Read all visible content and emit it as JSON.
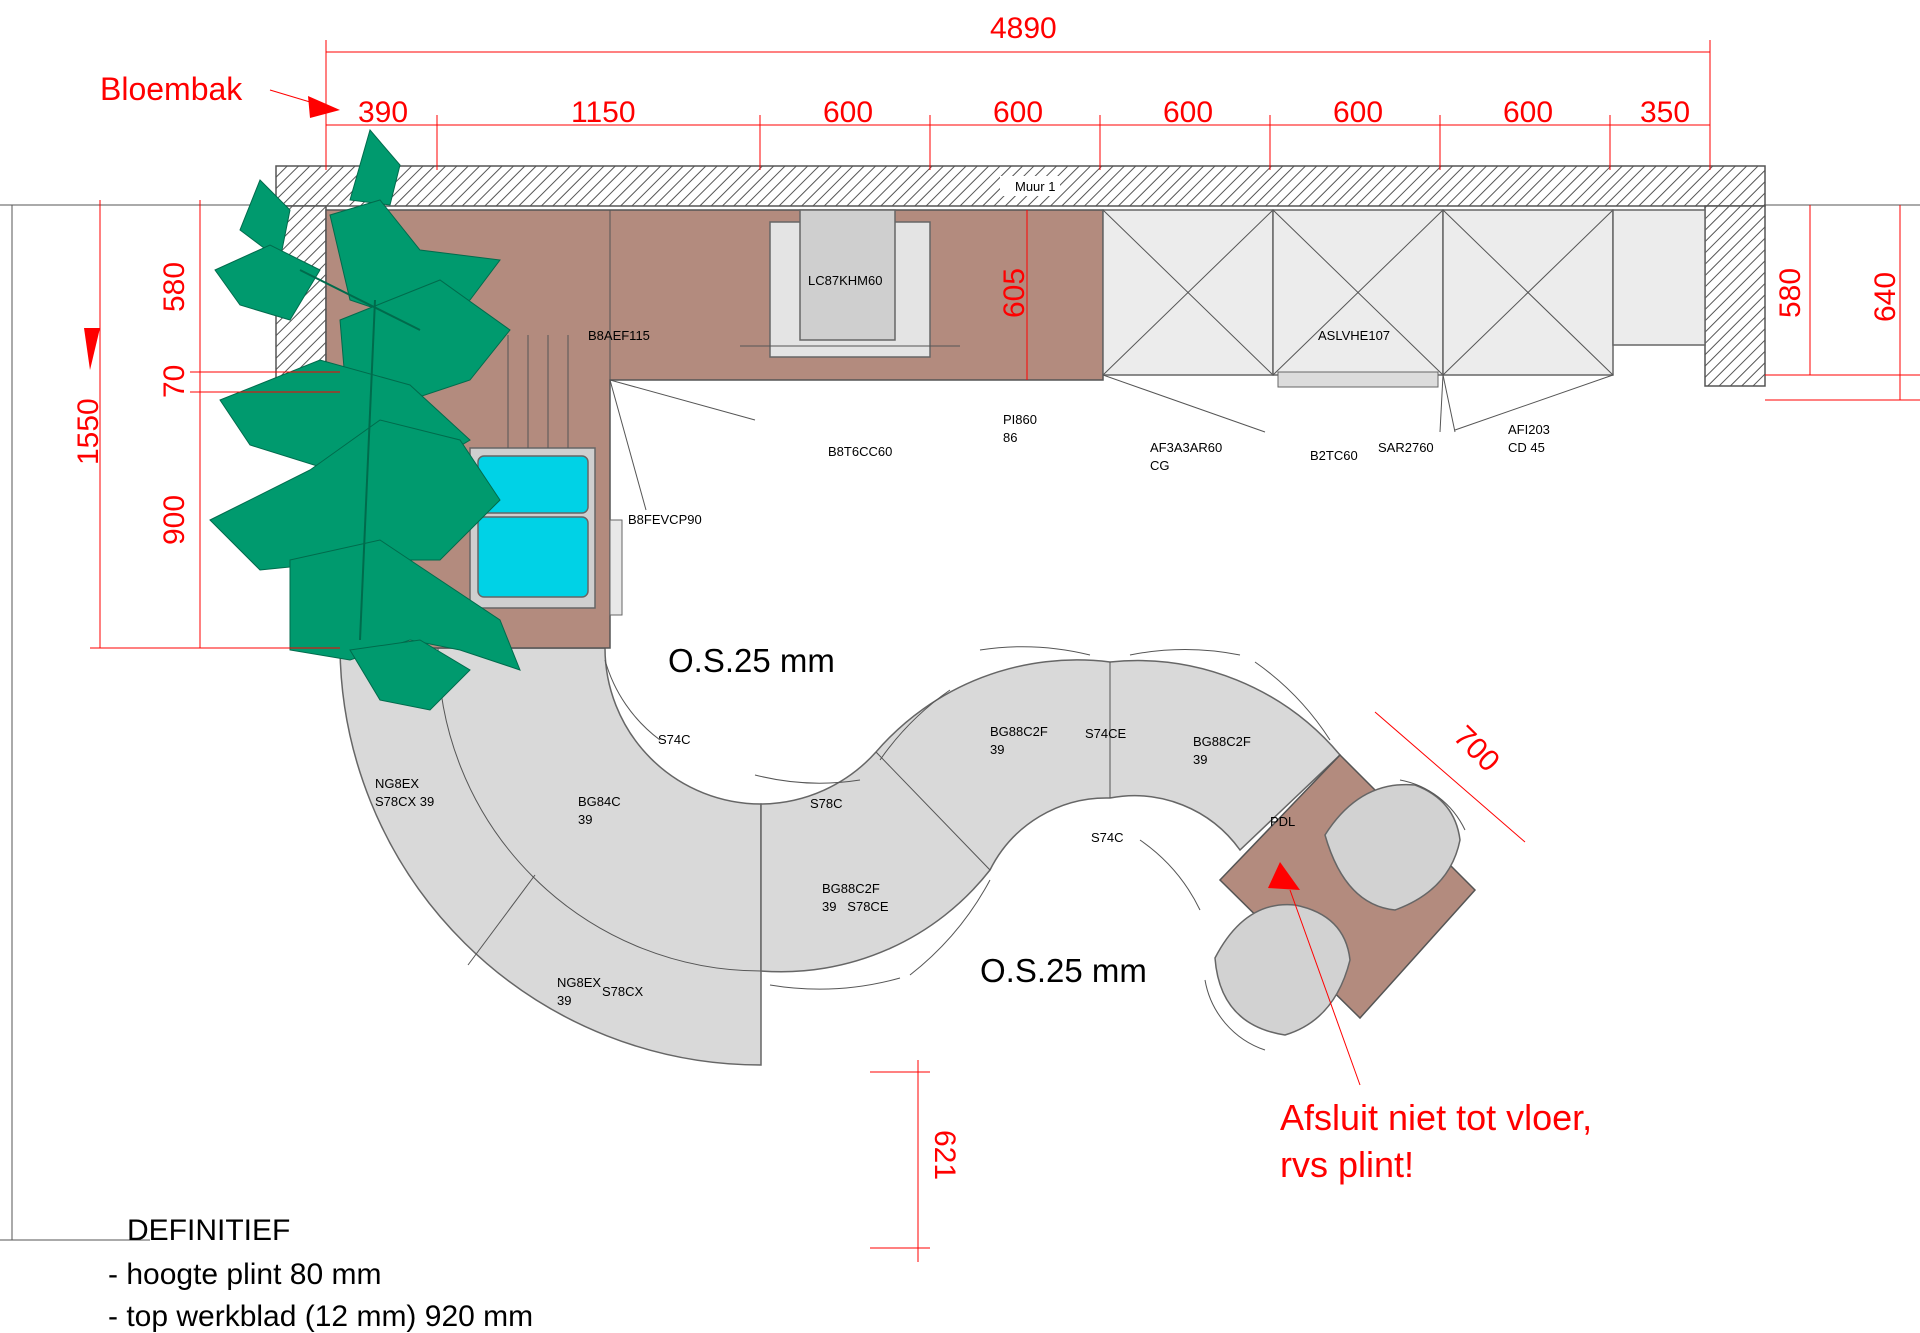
{
  "colors": {
    "dimension": "#ff0000",
    "wood_counter": "#b38b7e",
    "grey_counter": "#d9d9d9",
    "cabinet_front": "#ececec",
    "plant": "#009a6e",
    "sink": "#00d2e6"
  },
  "callouts": {
    "bloembak": "Bloembak",
    "afsluit_line1": "Afsluit niet tot vloer,",
    "afsluit_line2": "rvs plint!"
  },
  "dimensions": {
    "total_width": "4890",
    "segments": [
      "390",
      "1150",
      "600",
      "600",
      "600",
      "600",
      "600",
      "350"
    ],
    "left_total": "1550",
    "left_580": "580",
    "left_70": "70",
    "left_900": "900",
    "oven_605": "605",
    "right_580": "580",
    "right_640": "640",
    "bottom_621": "621",
    "island_700": "700"
  },
  "wall_label": "Muur 1",
  "labels": {
    "lc87khm60": "LC87KHM60",
    "b8aef115": "B8AEF115",
    "b8t6cc60": "B8T6CC60",
    "pi860": "PI860",
    "pi860_sub": "86",
    "af3a3ar60": "AF3A3AR60",
    "af3a3ar60_sub": "CG",
    "aslvhe107": "ASLVHE107",
    "sar2760": "SAR2760",
    "b2tc60": "B2TC60",
    "afi203": "AFI203",
    "afi203_sub": "CD 45",
    "b8fevcp90": "B8FEVCP90",
    "s74c_1": "S74C",
    "s78c": "S78C",
    "bg88c2f_a": "BG88C2F",
    "bg88c2f_a_sub": "39",
    "s74ce": "S74CE",
    "bg88c2f_b": "BG88C2F",
    "bg88c2f_b_sub": "39",
    "pdl": "PDL",
    "s74c_2": "S74C",
    "ng8ex_1": "NG8EX",
    "ng8ex_1_sub": "S78CX 39",
    "bg84c": "BG84C",
    "bg84c_sub": "39",
    "bg88c2f_c": "BG88C2F",
    "bg88c2f_c_sub": "39   S78CE",
    "ng8ex_2": "NG8EX",
    "ng8ex_2_sub": "39",
    "s78cx": "S78CX"
  },
  "os_labels": {
    "top": "O.S.25 mm",
    "bottom": "O.S.25 mm"
  },
  "definitief": {
    "title": "DEFINITIEF",
    "line1": "- hoogte plint 80 mm",
    "line2": "- top werkblad (12 mm) 920 mm"
  }
}
